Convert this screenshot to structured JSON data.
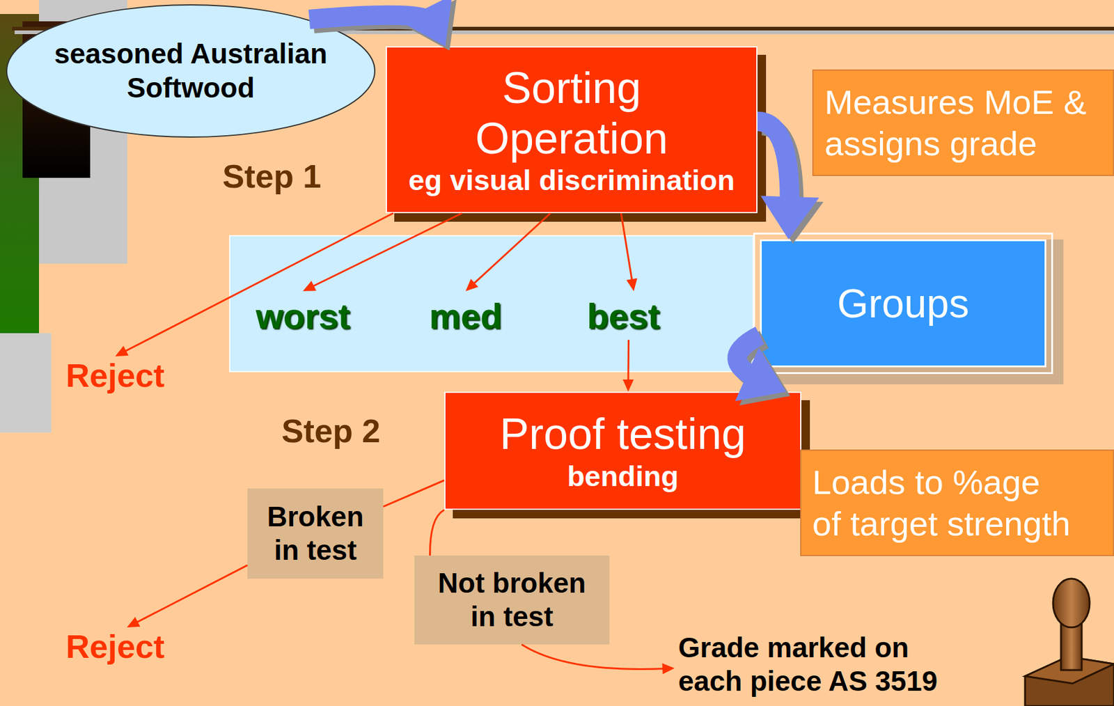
{
  "diagram": {
    "nodes": [
      {
        "text": [
          "seasoned Australian Softwood"
        ]
      },
      {
        "text": [
          "Sorting Operation",
          "eg visual discrimination"
        ]
      },
      {
        "text": [
          "Measures MoE & assigns grade"
        ]
      },
      {
        "text": [
          "worst"
        ]
      },
      {
        "text": [
          "med"
        ]
      },
      {
        "text": [
          "best"
        ]
      },
      {
        "text": [
          "Groups"
        ]
      },
      {
        "text": [
          "Reject"
        ]
      },
      {
        "text": [
          "Proof testing",
          "bending"
        ]
      },
      {
        "text": [
          "Loads to %age of target strength"
        ]
      },
      {
        "text": [
          "Broken in test"
        ]
      },
      {
        "text": [
          "Not broken in test"
        ]
      },
      {
        "text": [
          "Reject"
        ]
      },
      {
        "text": [
          "Grade marked on each piece AS 3519"
        ]
      }
    ],
    "edges": [
      {
        "from": 0,
        "to": 1,
        "arrow": "to"
      },
      {
        "from": 1,
        "to": 6,
        "arrow": "to"
      },
      {
        "from": 6,
        "to": 8,
        "arrow": "to"
      },
      {
        "from": 1,
        "to": 7,
        "arrow": "to"
      },
      {
        "from": 1,
        "to": 3,
        "arrow": "to"
      },
      {
        "from": 1,
        "to": 4,
        "arrow": "to"
      },
      {
        "from": 1,
        "to": 5,
        "arrow": "to"
      },
      {
        "from": 5,
        "to": 8,
        "arrow": "to"
      },
      {
        "from": 8,
        "to": 10,
        "arrow": "none"
      },
      {
        "from": 10,
        "to": 12,
        "arrow": "to"
      },
      {
        "from": 8,
        "to": 11,
        "arrow": "none"
      },
      {
        "from": 11,
        "to": 13,
        "arrow": "to"
      }
    ],
    "labels": [
      "Step 1",
      "Step 2"
    ]
  }
}
